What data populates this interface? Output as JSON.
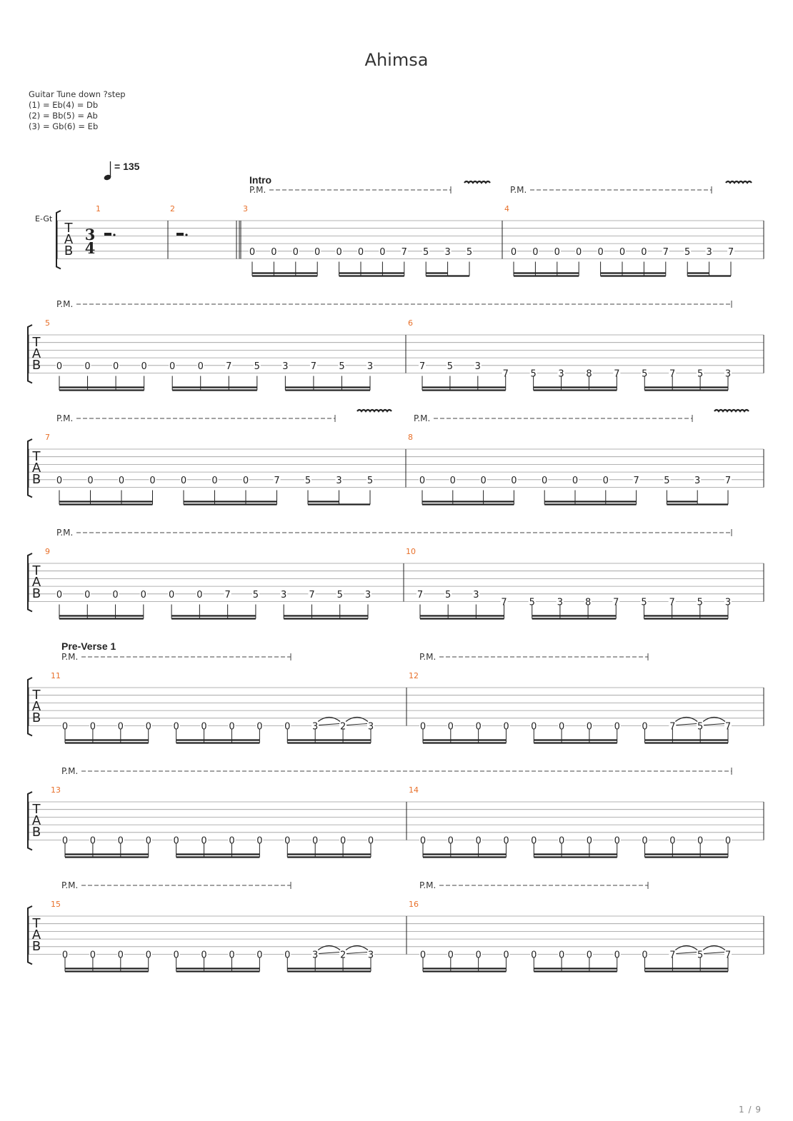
{
  "title": "Ahimsa",
  "tuning": {
    "header": "Guitar Tune down ?step",
    "lines": [
      "(1) = Eb(4) = Db",
      "(2) = Bb(5) = Ab",
      "(3) = Gb(6) = Eb"
    ]
  },
  "tempo": {
    "value": "= 135"
  },
  "instrument": "E-Gt",
  "time_signature": {
    "top": "3",
    "bottom": "4"
  },
  "page_number": "1 / 9",
  "labels": {
    "pm": "P.M.",
    "tab": [
      "T",
      "A",
      "B"
    ]
  },
  "colors": {
    "measure_number": "#e8702a",
    "staff_line": "#9a9a9a",
    "text": "#222222"
  },
  "measures": [
    {
      "n": "1",
      "rest": true
    },
    {
      "n": "2",
      "rest": true
    },
    {
      "n": "3",
      "section": "Intro",
      "pm": true,
      "vibrato": true,
      "notes": [
        [
          "0",
          5
        ],
        [
          "0",
          5
        ],
        [
          "0",
          5
        ],
        [
          "0",
          5
        ],
        [
          "0",
          5
        ],
        [
          "0",
          5
        ],
        [
          "0",
          5
        ],
        [
          "7",
          5
        ],
        [
          "5",
          5
        ],
        [
          "3",
          5
        ],
        [
          "5",
          5
        ]
      ],
      "groups": [
        4,
        4,
        2,
        1
      ]
    },
    {
      "n": "4",
      "pm": true,
      "vibrato": true,
      "notes": [
        [
          "0",
          5
        ],
        [
          "0",
          5
        ],
        [
          "0",
          5
        ],
        [
          "0",
          5
        ],
        [
          "0",
          5
        ],
        [
          "0",
          5
        ],
        [
          "0",
          5
        ],
        [
          "7",
          5
        ],
        [
          "5",
          5
        ],
        [
          "3",
          5
        ],
        [
          "7",
          5
        ]
      ],
      "groups": [
        4,
        4,
        2,
        1
      ]
    },
    {
      "n": "5",
      "pm": true,
      "notes": [
        [
          "0",
          5
        ],
        [
          "0",
          5
        ],
        [
          "0",
          5
        ],
        [
          "0",
          5
        ],
        [
          "0",
          5
        ],
        [
          "0",
          5
        ],
        [
          "7",
          5
        ],
        [
          "5",
          5
        ],
        [
          "3",
          5
        ],
        [
          "7",
          5
        ],
        [
          "5",
          5
        ],
        [
          "3",
          5
        ]
      ],
      "groups": [
        4,
        4,
        4
      ]
    },
    {
      "n": "6",
      "notes": [
        [
          "7",
          5
        ],
        [
          "5",
          5
        ],
        [
          "3",
          5
        ],
        [
          "7",
          6
        ],
        [
          "5",
          6
        ],
        [
          "3",
          6
        ],
        [
          "8",
          6
        ],
        [
          "7",
          6
        ],
        [
          "5",
          6
        ],
        [
          "7",
          6
        ],
        [
          "5",
          6
        ],
        [
          "3",
          6
        ]
      ],
      "groups": [
        4,
        4,
        4
      ]
    },
    {
      "n": "7",
      "pm": true,
      "vibrato": true,
      "notes": [
        [
          "0",
          5
        ],
        [
          "0",
          5
        ],
        [
          "0",
          5
        ],
        [
          "0",
          5
        ],
        [
          "0",
          5
        ],
        [
          "0",
          5
        ],
        [
          "0",
          5
        ],
        [
          "7",
          5
        ],
        [
          "5",
          5
        ],
        [
          "3",
          5
        ],
        [
          "5",
          5
        ]
      ],
      "groups": [
        4,
        4,
        2,
        1
      ]
    },
    {
      "n": "8",
      "pm": true,
      "vibrato": true,
      "notes": [
        [
          "0",
          5
        ],
        [
          "0",
          5
        ],
        [
          "0",
          5
        ],
        [
          "0",
          5
        ],
        [
          "0",
          5
        ],
        [
          "0",
          5
        ],
        [
          "0",
          5
        ],
        [
          "7",
          5
        ],
        [
          "5",
          5
        ],
        [
          "3",
          5
        ],
        [
          "7",
          5
        ]
      ],
      "groups": [
        4,
        4,
        2,
        1
      ]
    },
    {
      "n": "9",
      "pm": true,
      "notes": [
        [
          "0",
          5
        ],
        [
          "0",
          5
        ],
        [
          "0",
          5
        ],
        [
          "0",
          5
        ],
        [
          "0",
          5
        ],
        [
          "0",
          5
        ],
        [
          "7",
          5
        ],
        [
          "5",
          5
        ],
        [
          "3",
          5
        ],
        [
          "7",
          5
        ],
        [
          "5",
          5
        ],
        [
          "3",
          5
        ]
      ],
      "groups": [
        4,
        4,
        4
      ]
    },
    {
      "n": "10",
      "notes": [
        [
          "7",
          5
        ],
        [
          "5",
          5
        ],
        [
          "3",
          5
        ],
        [
          "7",
          6
        ],
        [
          "5",
          6
        ],
        [
          "3",
          6
        ],
        [
          "8",
          6
        ],
        [
          "7",
          6
        ],
        [
          "5",
          6
        ],
        [
          "7",
          6
        ],
        [
          "5",
          6
        ],
        [
          "3",
          6
        ]
      ],
      "groups": [
        4,
        4,
        4
      ]
    },
    {
      "n": "11",
      "section": "Pre-Verse 1",
      "pm": true,
      "slurs": true,
      "notes": [
        [
          "0",
          6
        ],
        [
          "0",
          6
        ],
        [
          "0",
          6
        ],
        [
          "0",
          6
        ],
        [
          "0",
          6
        ],
        [
          "0",
          6
        ],
        [
          "0",
          6
        ],
        [
          "0",
          6
        ],
        [
          "0",
          6
        ],
        [
          "3",
          6
        ],
        [
          "2",
          6
        ],
        [
          "3",
          6
        ]
      ],
      "groups": [
        4,
        4,
        4
      ]
    },
    {
      "n": "12",
      "pm": true,
      "slurs": true,
      "notes": [
        [
          "0",
          6
        ],
        [
          "0",
          6
        ],
        [
          "0",
          6
        ],
        [
          "0",
          6
        ],
        [
          "0",
          6
        ],
        [
          "0",
          6
        ],
        [
          "0",
          6
        ],
        [
          "0",
          6
        ],
        [
          "0",
          6
        ],
        [
          "7",
          6
        ],
        [
          "5",
          6
        ],
        [
          "7",
          6
        ]
      ],
      "groups": [
        4,
        4,
        4
      ]
    },
    {
      "n": "13",
      "pm": true,
      "notes": [
        [
          "0",
          6
        ],
        [
          "0",
          6
        ],
        [
          "0",
          6
        ],
        [
          "0",
          6
        ],
        [
          "0",
          6
        ],
        [
          "0",
          6
        ],
        [
          "0",
          6
        ],
        [
          "0",
          6
        ],
        [
          "0",
          6
        ],
        [
          "0",
          6
        ],
        [
          "0",
          6
        ],
        [
          "0",
          6
        ]
      ],
      "groups": [
        4,
        4,
        4
      ]
    },
    {
      "n": "14",
      "notes": [
        [
          "0",
          6
        ],
        [
          "0",
          6
        ],
        [
          "0",
          6
        ],
        [
          "0",
          6
        ],
        [
          "0",
          6
        ],
        [
          "0",
          6
        ],
        [
          "0",
          6
        ],
        [
          "0",
          6
        ],
        [
          "0",
          6
        ],
        [
          "0",
          6
        ],
        [
          "0",
          6
        ],
        [
          "0",
          6
        ]
      ],
      "groups": [
        4,
        4,
        4
      ]
    },
    {
      "n": "15",
      "pm": true,
      "slurs": true,
      "notes": [
        [
          "0",
          6
        ],
        [
          "0",
          6
        ],
        [
          "0",
          6
        ],
        [
          "0",
          6
        ],
        [
          "0",
          6
        ],
        [
          "0",
          6
        ],
        [
          "0",
          6
        ],
        [
          "0",
          6
        ],
        [
          "0",
          6
        ],
        [
          "3",
          6
        ],
        [
          "2",
          6
        ],
        [
          "3",
          6
        ]
      ],
      "groups": [
        4,
        4,
        4
      ]
    },
    {
      "n": "16",
      "pm": true,
      "slurs": true,
      "notes": [
        [
          "0",
          6
        ],
        [
          "0",
          6
        ],
        [
          "0",
          6
        ],
        [
          "0",
          6
        ],
        [
          "0",
          6
        ],
        [
          "0",
          6
        ],
        [
          "0",
          6
        ],
        [
          "0",
          6
        ],
        [
          "0",
          6
        ],
        [
          "7",
          6
        ],
        [
          "5",
          6
        ],
        [
          "7",
          6
        ]
      ],
      "groups": [
        4,
        4,
        4
      ]
    }
  ]
}
